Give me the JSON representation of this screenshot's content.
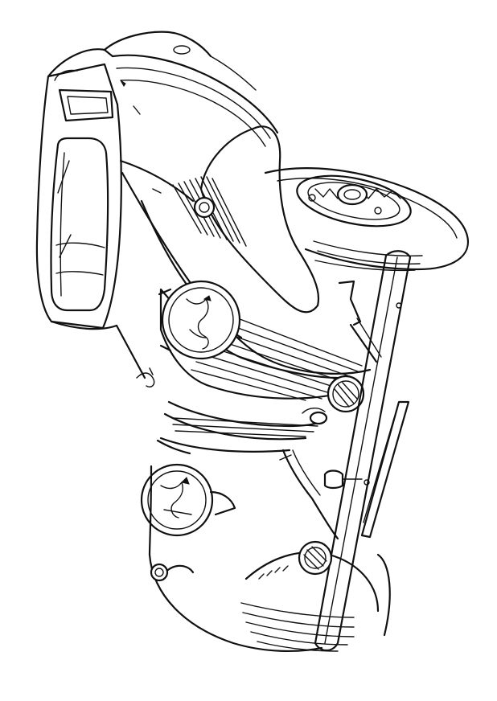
{
  "image": {
    "subject": "vintage-car-line-art",
    "style": "black-outline-coloring-page",
    "orientation": "rotated-90-degrees",
    "colors": {
      "background": "#ffffff",
      "ink": "#111111"
    },
    "printed_text": []
  }
}
